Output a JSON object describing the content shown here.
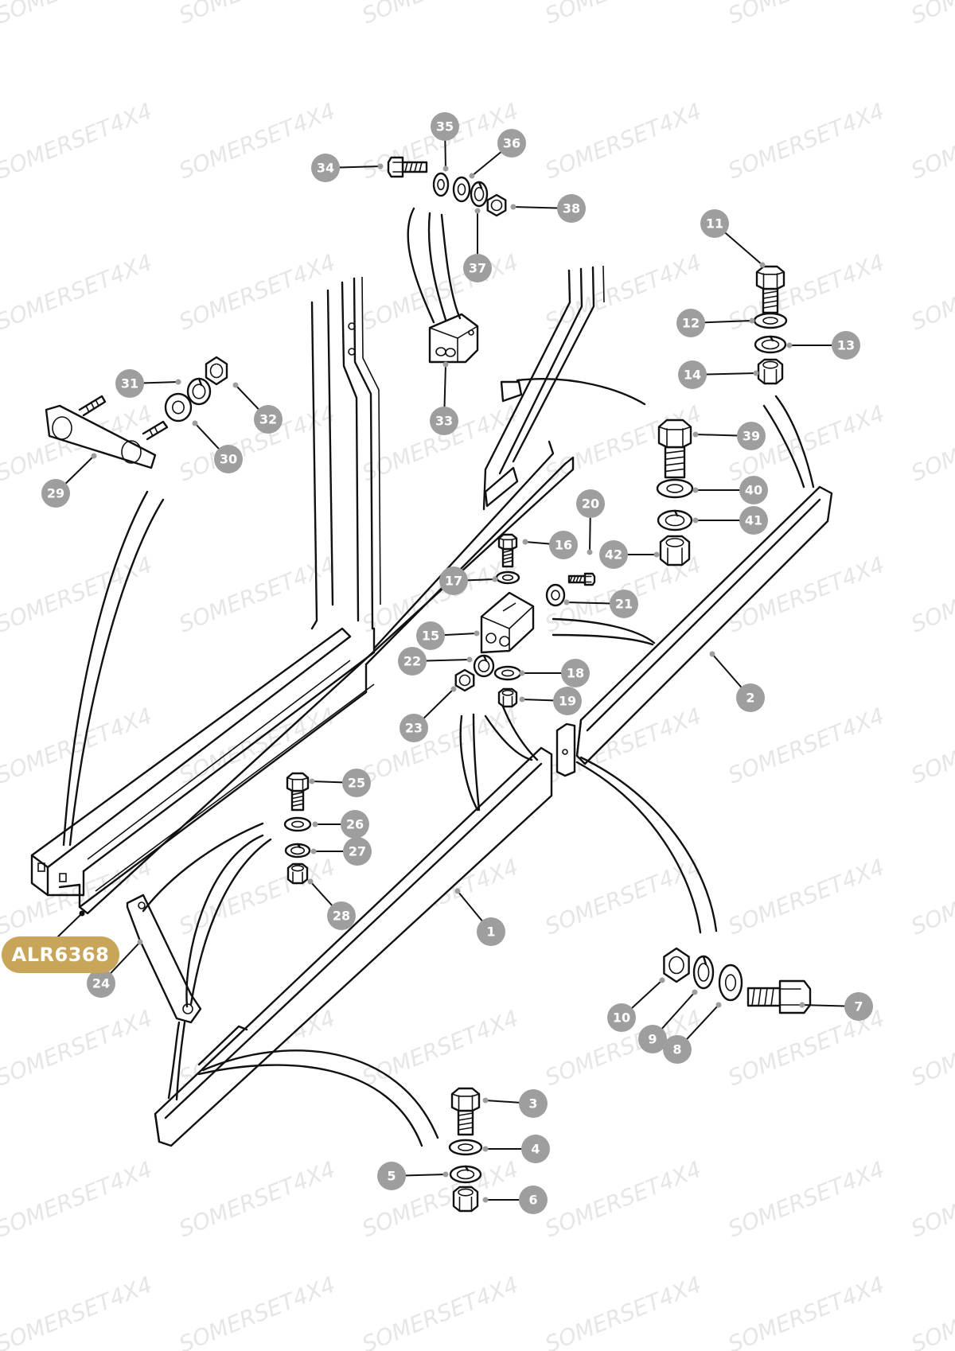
{
  "watermark": "SOMERSET4X4",
  "part_number": "ALR6368",
  "callouts": [
    "1",
    "2",
    "3",
    "4",
    "5",
    "6",
    "7",
    "8",
    "9",
    "10",
    "11",
    "12",
    "13",
    "14",
    "15",
    "16",
    "17",
    "18",
    "19",
    "20",
    "21",
    "22",
    "23",
    "24",
    "25",
    "26",
    "27",
    "28",
    "29",
    "30",
    "31",
    "32",
    "33",
    "34",
    "35",
    "36",
    "37",
    "38",
    "39",
    "40",
    "41",
    "42"
  ],
  "colors": {
    "badge": "#9e9e9e",
    "tag": "#c9a55a",
    "watermark": "#e2e2e2"
  }
}
